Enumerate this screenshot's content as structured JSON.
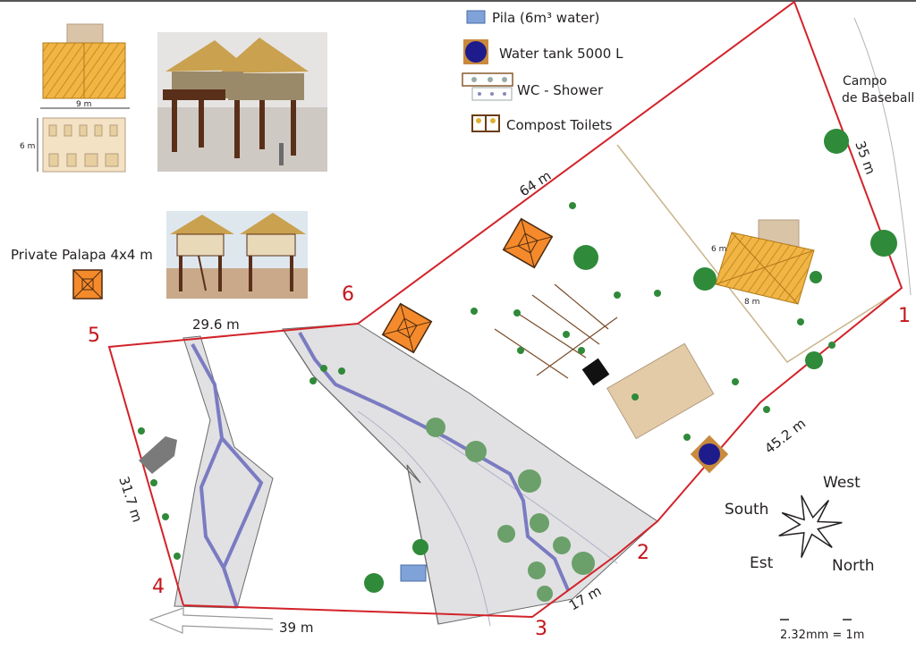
{
  "legend": {
    "pila": "Pila (6m³ water)",
    "water_tank": "Water tank 5000 L",
    "wc_shower": "WC - Shower",
    "compost": "Compost Toilets"
  },
  "neighbor_label_line1": "Campo",
  "neighbor_label_line2": "de Baseball",
  "palapa_label": "Private Palapa 4x4 m",
  "plan_dims": {
    "width": "9 m",
    "depth": "6 m"
  },
  "main_building_dims": {
    "depth": "6 m",
    "width": "8 m"
  },
  "corners": [
    "1",
    "2",
    "3",
    "4",
    "5",
    "6"
  ],
  "edges": {
    "e_1_2": "45.2 m",
    "e_2_3": "17 m",
    "e_3_4": "39 m",
    "e_4_5": "31.7 m",
    "e_5_6": "29.6 m",
    "e_6_7": "64 m",
    "e_7_1": "35 m"
  },
  "compass": {
    "south": "South",
    "west": "West",
    "est": "Est",
    "north": "North"
  },
  "scale": "2.32mm = 1m",
  "colors": {
    "boundary": "#d2232a",
    "creek_area": "#e1e1e3",
    "creek_line": "#7b7bc2",
    "thatch": "#e8a838",
    "palapa": "#f48a2b",
    "tree": "#2f8a3a",
    "tank": "#1e1c8c",
    "pila": "#7fa3d8",
    "lot_line": "#c8b48a"
  }
}
